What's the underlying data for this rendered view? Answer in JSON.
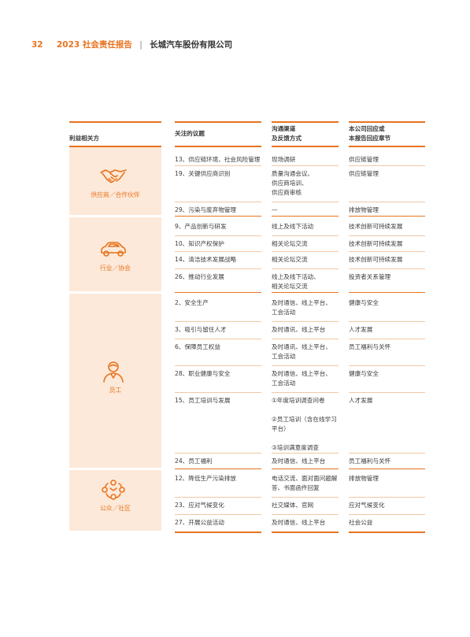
{
  "header": {
    "page_number": "32",
    "report_title": "2023 社会责任报告",
    "separator": "|",
    "company": "长城汽车股份有限公司"
  },
  "colors": {
    "accent": "#e8731e",
    "band": "#fde9d9"
  },
  "table": {
    "columns": [
      "利益相关方",
      "关注的议题",
      "沟通渠道\n及反馈方式",
      "本公司回应或\n本报告回应章节"
    ],
    "groups": [
      {
        "stakeholder": "供应商／合作伙伴",
        "icon": "handshake-icon",
        "rows": [
          {
            "issue": "13、供应链环境、社会风险管理",
            "channel": "现场调研",
            "response": "供应链管理"
          },
          {
            "issue": "19、关键供应商识别",
            "channel": "质量沟通会议、\n供应商培训、\n供应商审核",
            "response": "供应链管理"
          },
          {
            "issue": "29、污染与废弃物管理",
            "channel": "—",
            "response": "排放物管理"
          }
        ]
      },
      {
        "stakeholder": "行业／协会",
        "icon": "car-icon",
        "rows": [
          {
            "issue": "9、产品创新与研发",
            "channel": "线上及线下活动",
            "response": "技术创新可持续发展"
          },
          {
            "issue": "10、知识产权保护",
            "channel": "相关论坛交流",
            "response": "技术创新可持续发展"
          },
          {
            "issue": "14、清洁技术发展战略",
            "channel": "相关论坛交流",
            "response": "技术创新可持续发展"
          },
          {
            "issue": "26、推动行业发展",
            "channel": "线上及线下活动、\n相关论坛交流",
            "response": "投资者关系管理"
          }
        ]
      },
      {
        "stakeholder": "员工",
        "icon": "employee-icon",
        "rows": [
          {
            "issue": "2、安全生产",
            "channel": "及时通信、线上平台、\n工会活动",
            "response": "健康与安全"
          },
          {
            "issue": "3、吸引与留住人才",
            "channel": "及时通讯、线上平台",
            "response": "人才发展"
          },
          {
            "issue": "6、保障员工权益",
            "channel": "及时通讯、线上平台、\n工会活动",
            "response": "员工福利与关怀"
          },
          {
            "issue": "28、职业健康与安全",
            "channel": "及时通信、线上平台、\n工会活动",
            "response": "健康与安全"
          },
          {
            "issue": "15、员工培训与发展",
            "channel": "①年度培训调查问卷\n\n②员工培训（含在线学习\n   平台）\n\n③培训满意度调查",
            "response": "人才发展"
          },
          {
            "issue": "24、员工福利",
            "channel": "及时通信、线上平台",
            "response": "员工福利与关怀"
          }
        ]
      },
      {
        "stakeholder": "公众／社区",
        "icon": "community-icon",
        "rows": [
          {
            "issue": "12、降低生产污染排放",
            "channel": "电话交流、面对面问题解\n答、书面函件回复",
            "response": "排放物管理"
          },
          {
            "issue": "23、应对气候变化",
            "channel": "社交媒体、官网",
            "response": "应对气候变化"
          },
          {
            "issue": "27、开展公益活动",
            "channel": "及时通信、线上平台",
            "response": "社会公益"
          }
        ]
      }
    ]
  }
}
